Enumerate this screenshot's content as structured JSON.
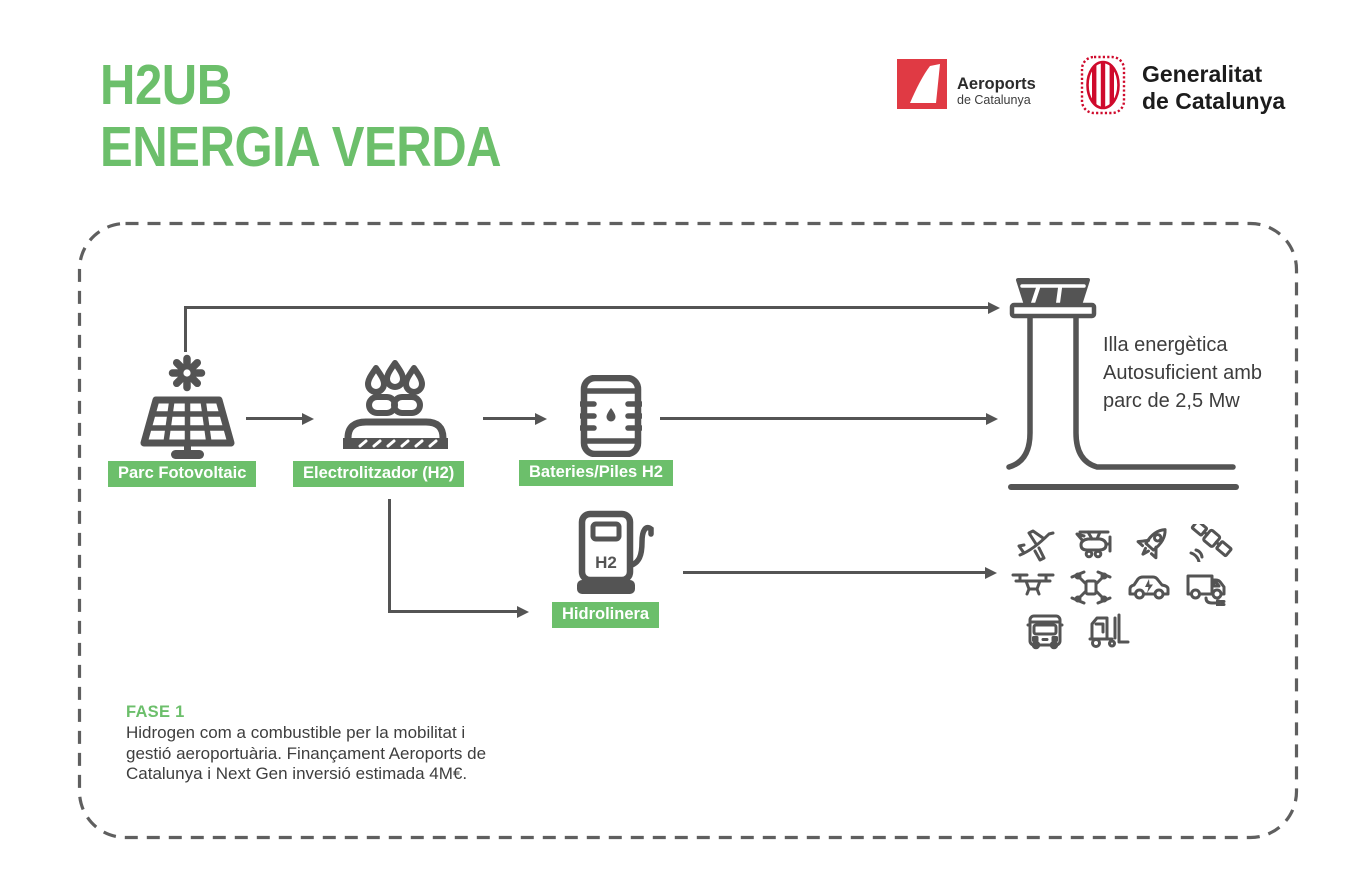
{
  "header": {
    "title": {
      "line1": "H2UB",
      "line2": "ENERGIA VERDA"
    },
    "logos": {
      "aeroports": {
        "name": "Aeroports",
        "tagline": "de Catalunya"
      },
      "generalitat": {
        "line1": "Generalitat",
        "line2": "de Catalunya"
      }
    }
  },
  "diagram": {
    "labels": {
      "parc": "Parc Fotovoltaic",
      "electrolitzador": "Electrolitzador (H2)",
      "bateries": "Bateries/Piles H2",
      "hidrolinera": "Hidrolinera"
    },
    "pump_text": "H2",
    "tower_note": {
      "line1": "Illa energètica",
      "line2": "Autosuficient amb",
      "line3": "parc de 2,5 Mw"
    },
    "vehicle_icons": [
      "airplane",
      "light-aircraft",
      "rocket",
      "satellite",
      "cargo-drone",
      "quadcopter-drone",
      "electric-car",
      "electric-van",
      "bus",
      "forklift"
    ],
    "fase": {
      "title": "FASE 1",
      "line1": "Hidrogen com a combustible per la mobilitat i",
      "line2": "gestió aeroportuària. Finançament Aeroports de",
      "line3": "Catalunya i Next Gen inversió estimada 4M€."
    }
  },
  "colors": {
    "green": "#6cbf6b",
    "icon_gray": "#545454",
    "aeroports_red": "#e03a44",
    "generalitat_red": "#cf0a2c"
  }
}
